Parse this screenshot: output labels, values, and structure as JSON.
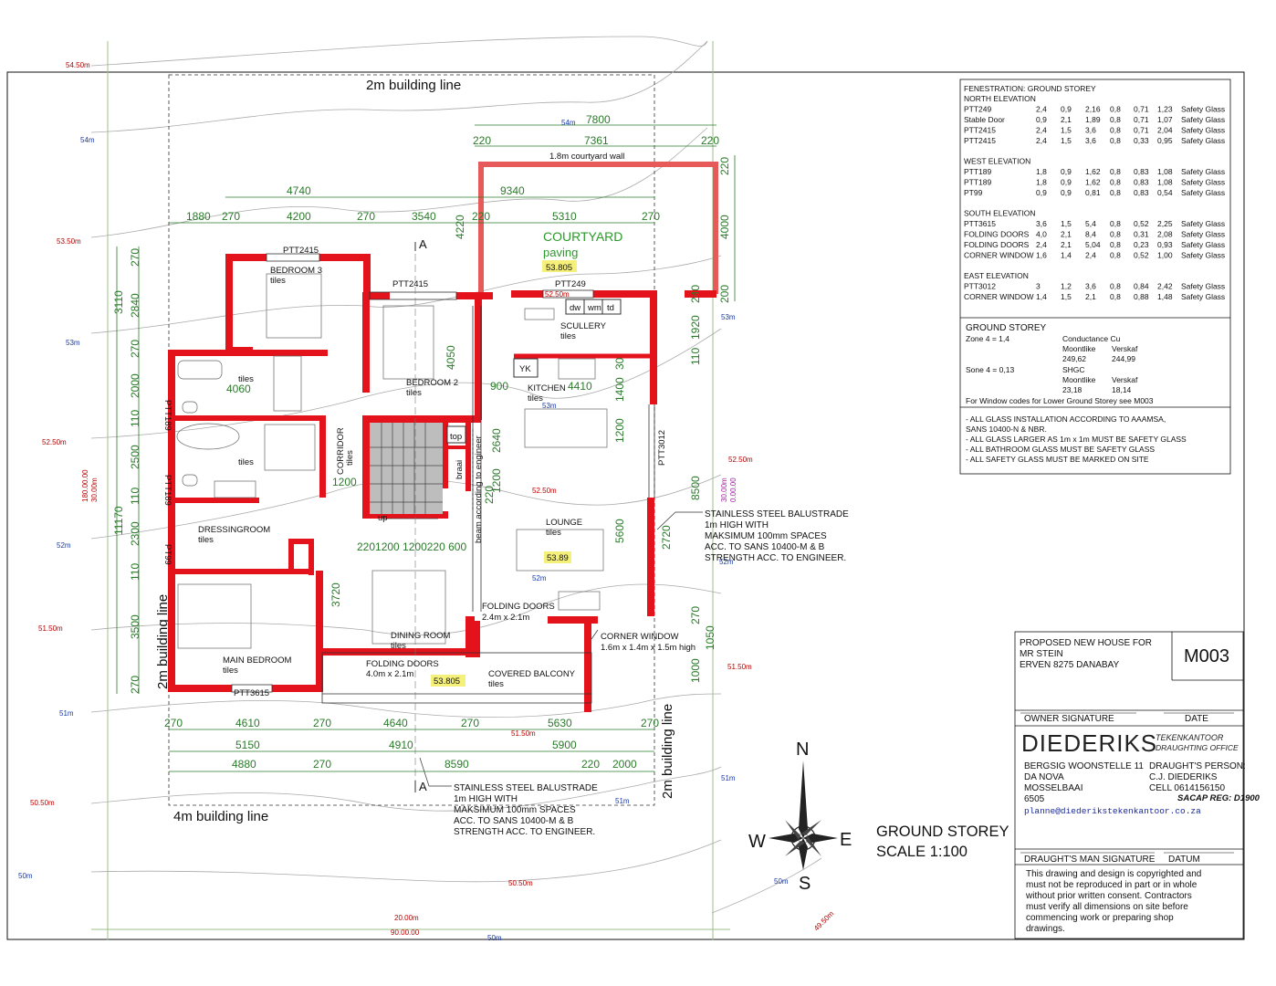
{
  "building_lines": {
    "top": "2m building line",
    "bottom": "4m building line",
    "left": "2m building line",
    "right": "2m building line"
  },
  "courtyard": {
    "title": "COURTYARD",
    "sub": "paving",
    "level": "53.805",
    "wall": "1.8m courtyard wall"
  },
  "rooms": {
    "bedroom3": {
      "name": "BEDROOM 3",
      "finish": "tiles"
    },
    "bedroom2": {
      "name": "BEDROOM 2",
      "finish": "tiles"
    },
    "scullery": {
      "name": "SCULLERY",
      "finish": "tiles"
    },
    "kitchen": {
      "name": "KITCHEN",
      "finish": "tiles"
    },
    "corridor": {
      "name": "CORRIDOR",
      "finish": "tiles"
    },
    "lounge": {
      "name": "LOUNGE",
      "finish": "tiles",
      "level": "53.89"
    },
    "dressing": {
      "name": "DRESSINGROOM",
      "finish": "tiles"
    },
    "main_bed": {
      "name": "MAIN BEDROOM",
      "finish": "tiles"
    },
    "dining": {
      "name": "DINING ROOM",
      "finish": "tiles"
    },
    "balcony": {
      "name": "COVERED BALCONY",
      "finish": "tiles",
      "level": "53.805"
    },
    "bath1": {
      "finish": "tiles"
    },
    "bath2": {
      "finish": "tiles"
    }
  },
  "fixtures": {
    "dw": "dw",
    "wm": "wm",
    "td": "td",
    "yk": "YK",
    "top": "top",
    "braai": "braai",
    "up": "up",
    "beam": "beam according to engineer",
    "section_a": "A"
  },
  "window_tags": {
    "ptt2415a": "PTT2415",
    "ptt2415b": "PTT2415",
    "ptt249": "PTT249",
    "ptt189a": "PTT189",
    "ptt189b": "PTT189",
    "pt99": "PT99",
    "ptt3615": "PTT3615",
    "ptt3012": "PTT3012"
  },
  "callouts": {
    "folding1": [
      "FOLDING DOORS",
      "2.4m x 2.1m"
    ],
    "folding2": [
      "FOLDING DOORS",
      "4.0m x 2.1m"
    ],
    "corner": [
      "CORNER WINDOW",
      "1.6m x 1.4m x 1.5m high"
    ],
    "balustrade_right": [
      "STAINLESS STEEL BALUSTRADE",
      "1m HIGH WITH",
      "MAKSIMUM 100mm SPACES",
      "ACC. TO SANS 10400-M & B",
      "STRENGTH ACC. TO ENGINEER."
    ],
    "balustrade_bottom": [
      "STAINLESS STEEL BALUSTRADE",
      "1m HIGH WITH",
      "MAKSIMUM 100mm SPACES",
      "ACC. TO SANS 10400-M & B",
      "STRENGTH ACC. TO ENGINEER."
    ]
  },
  "dims": {
    "top1": "7800",
    "top2_a": "220",
    "top2_b": "7361",
    "top2_c": "220",
    "row3_a": "4740",
    "row3_b": "9340",
    "row4": [
      "1880",
      "270",
      "4200",
      "270",
      "3540",
      "220",
      "5310",
      "270"
    ],
    "bot1": [
      "270",
      "4610",
      "270",
      "4640",
      "270",
      "5630",
      "270"
    ],
    "bot2": [
      "5150",
      "4910",
      "5900"
    ],
    "bot3": [
      "4880",
      "270",
      "8590",
      "220",
      "2000"
    ],
    "left_outer": "11170",
    "left_a": [
      "3110",
      "270",
      "2840",
      "270",
      "2000",
      "110",
      "2500",
      "110",
      "2300",
      "110",
      "3500",
      "270"
    ],
    "inner": {
      "d4060": "4060",
      "d4050": "4050",
      "d4220": "4220",
      "d900": "900",
      "d4410": "4410",
      "d1400": "1400",
      "d30": "30",
      "d1200a": "1200",
      "d1200b": "1200",
      "d1920": "1920",
      "d110": "110",
      "d8500": "8500",
      "d5600": "5600",
      "d2720": "2720",
      "d270r": "270",
      "d1050": "1050",
      "d1000": "1000",
      "d3720": "3720",
      "d4000": "4000",
      "d220c": "220",
      "d200": "200",
      "d240": "240",
      "d2640": "2640",
      "d1200c": "1200",
      "d220d": "220",
      "drow": "2201200  1200220 600",
      "d1200e": "1200"
    }
  },
  "levels_red": [
    "54.50m",
    "53.50m",
    "52.50m",
    "51.50m",
    "50.50m",
    "52.50m",
    "52.50m",
    "51.50m",
    "51.50m",
    "50.50m",
    "52.50m",
    "49.50m"
  ],
  "levels_blue": [
    "54m",
    "53m",
    "52m",
    "51m",
    "50m",
    "54m",
    "53m",
    "53m",
    "52m",
    "52m",
    "51m",
    "51m",
    "50m",
    "50m"
  ],
  "boundary": {
    "bottom1": "20.00m",
    "bottom2": "90.00.00",
    "left1": "180.00.00",
    "left2": "30.00m",
    "mid1": "30.00m",
    "mid2": "0.00.00"
  },
  "fenestration": {
    "title": "FENESTRATION: GROUND STOREY",
    "sections": [
      {
        "heading": "NORTH ELEVATION",
        "rows": [
          [
            "PTT249",
            "2,4",
            "0,9",
            "2,16",
            "0,8",
            "0,71",
            "1,23",
            "Safety Glass"
          ],
          [
            "Stable Door",
            "0,9",
            "2,1",
            "1,89",
            "0,8",
            "0,71",
            "1,07",
            "Safety Glass"
          ],
          [
            "PTT2415",
            "2,4",
            "1,5",
            "3,6",
            "0,8",
            "0,71",
            "2,04",
            "Safety Glass"
          ],
          [
            "PTT2415",
            "2,4",
            "1,5",
            "3,6",
            "0,8",
            "0,33",
            "0,95",
            "Safety Glass"
          ]
        ]
      },
      {
        "heading": "WEST ELEVATION",
        "rows": [
          [
            "PTT189",
            "1,8",
            "0,9",
            "1,62",
            "0,8",
            "0,83",
            "1,08",
            "Safety Glass"
          ],
          [
            "PTT189",
            "1,8",
            "0,9",
            "1,62",
            "0,8",
            "0,83",
            "1,08",
            "Safety Glass"
          ],
          [
            "PT99",
            "0,9",
            "0,9",
            "0,81",
            "0,8",
            "0,83",
            "0,54",
            "Safety Glass"
          ]
        ]
      },
      {
        "heading": "SOUTH ELEVATION",
        "rows": [
          [
            "PTT3615",
            "3,6",
            "1,5",
            "5,4",
            "0,8",
            "0,52",
            "2,25",
            "Safety Glass"
          ],
          [
            "FOLDING DOORS",
            "4,0",
            "2,1",
            "8,4",
            "0,8",
            "0,31",
            "2,08",
            "Safety Glass"
          ],
          [
            "FOLDING DOORS",
            "2,4",
            "2,1",
            "5,04",
            "0,8",
            "0,23",
            "0,93",
            "Safety Glass"
          ],
          [
            "CORNER WINDOW",
            "1,6",
            "1,4",
            "2,4",
            "0,8",
            "0,52",
            "1,00",
            "Safety Glass"
          ]
        ]
      },
      {
        "heading": "EAST ELEVATION",
        "rows": [
          [
            "PTT3012",
            "3",
            "1,2",
            "3,6",
            "0,8",
            "0,84",
            "2,42",
            "Safety Glass"
          ],
          [
            "CORNER WINDOW",
            "1,4",
            "1,5",
            "2,1",
            "0,8",
            "0,88",
            "1,48",
            "Safety Glass"
          ]
        ]
      }
    ],
    "ground": {
      "title": "GROUND STOREY",
      "zone": "Zone 4  = 1,4",
      "cond": "Conductance Cu",
      "m1": "Moontlike",
      "v1": "Verskaf",
      "m1v": "249,62",
      "v1v": "244,99",
      "sone": "Sone 4  = 0,13",
      "shgc": "SHGC",
      "m2": "Moontlike",
      "v2": "Verskaf",
      "m2v": "23,18",
      "v2v": "18,14",
      "ref": "For Window codes for Lower Ground Storey see M003"
    },
    "notes": [
      "-  ALL GLASS INSTALLATION ACCORDING TO AAAMSA,",
      "    SANS 10400-N & NBR.",
      "-  ALL GLASS LARGER AS 1m x 1m MUST BE SAFETY GLASS",
      "-  ALL BATHROOM GLASS MUST BE SAFETY GLASS",
      "-  ALL SAFETY GLASS MUST BE MARKED ON SITE"
    ]
  },
  "compass": {
    "n": "N",
    "s": "S",
    "e": "E",
    "w": "W"
  },
  "drawing_title": {
    "line1": "GROUND STOREY",
    "line2": "SCALE 1:100"
  },
  "title_block": {
    "project": [
      "PROPOSED NEW HOUSE FOR",
      "MR STEIN",
      "ERVEN  8275 DANABAY"
    ],
    "sheet": "M003",
    "owner_sig": "OWNER SIGNATURE",
    "date": "DATE",
    "firm": "DIEDERIKS",
    "firm_sub1": "TEKENKANTOOR",
    "firm_sub2": "DRAUGHTING OFFICE",
    "address": [
      "BERGSIG WOONSTELLE 11",
      "DA NOVA",
      "MOSSELBAAI",
      "6505"
    ],
    "dp_label": "DRAUGHT'S PERSON:",
    "dp": [
      "C.J. DIEDERIKS",
      "CELL 0614156150"
    ],
    "sacap": "SACAP REG:  D1900",
    "email": "planne@diederikstekenkantoor.co.za",
    "dms": "DRAUGHT'S MAN SIGNATURE",
    "datum": "DATUM",
    "copyright": [
      "This drawing and design is copyrighted and",
      "must not be reproduced in part or in whole",
      "without prior written consent.  Contractors",
      "must verify all dimensions on site before",
      "commencing work or preparing shop",
      "drawings."
    ]
  }
}
